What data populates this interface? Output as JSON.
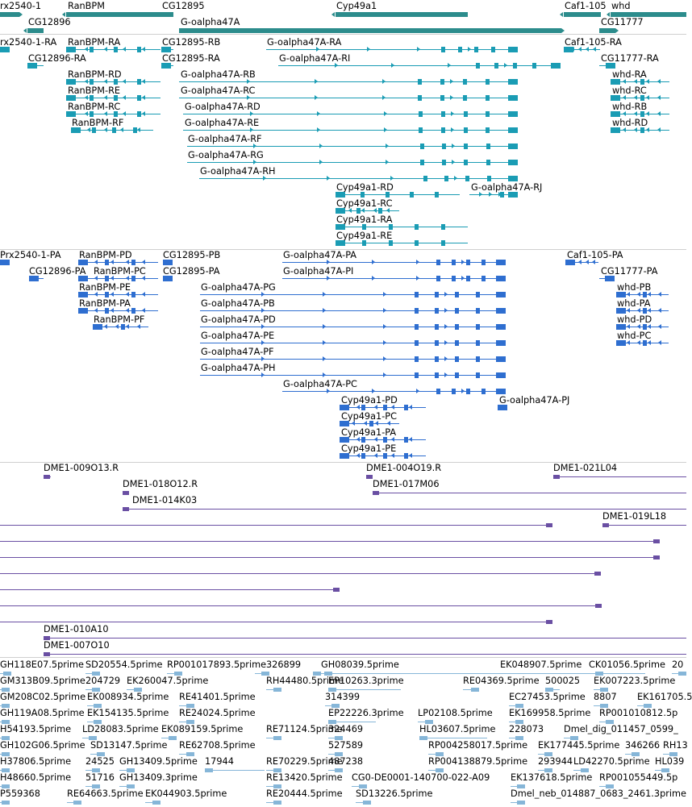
{
  "app": {
    "view": "genome browser feature tracks"
  },
  "colors": {
    "gene": "#2c8c8c",
    "transcript_primary": "#1a9cb4",
    "transcript_alt": "#2e6ed0",
    "clone": "#6a4fa3",
    "est": "#86b6d8"
  },
  "tracks": [
    {
      "name": "gene",
      "color": "#2c8c8c",
      "features": [
        {
          "label": "rx2540-1",
          "strand": "+",
          "from": -20,
          "to": 24,
          "thick": 4
        },
        {
          "label": "CG12896",
          "strand": "-",
          "from": 34,
          "to": 54,
          "thick": 6
        },
        {
          "label": "RanBPM",
          "strand": "-",
          "from": 82,
          "to": 200,
          "thick": 6
        },
        {
          "label": "CG12895",
          "strand": "-",
          "from": 200,
          "to": 215,
          "thick": 6
        },
        {
          "label": "G-oalpha47A",
          "strand": "+",
          "from": 222,
          "to": 696,
          "thick": 6
        },
        {
          "label": "Cyp49a1",
          "strand": "-",
          "from": 416,
          "to": 580,
          "thick": 6
        },
        {
          "label": "Caf1-105",
          "strand": "-",
          "from": 699,
          "to": 745,
          "thick": 6
        },
        {
          "label": "whd",
          "strand": "-",
          "from": 757,
          "to": 851,
          "thick": 6
        },
        {
          "label": "CG11777",
          "strand": "+",
          "from": 743,
          "to": 763,
          "thick": 6
        }
      ]
    },
    {
      "name": "transcript-primary",
      "color": "#1a9cb4",
      "features": [
        {
          "label": "rx2540-1-RA",
          "strand": "+",
          "from": -20,
          "to": 12
        },
        {
          "label": "CG12896-RA",
          "strand": "-",
          "from": 34,
          "to": 54
        },
        {
          "label": "RanBPM-RA",
          "strand": "-",
          "from": 82,
          "to": 199
        },
        {
          "label": "CG12895-RB",
          "strand": "-",
          "from": 200,
          "to": 215
        },
        {
          "label": "G-oalpha47A-RA",
          "strand": "+",
          "from": 330,
          "to": 642
        },
        {
          "label": "Caf1-105-RA",
          "strand": "-",
          "from": 699,
          "to": 744
        },
        {
          "label": "CG12895-RA",
          "strand": "-",
          "from": 200,
          "to": 215
        },
        {
          "label": "G-oalpha47A-RI",
          "strand": "+",
          "from": 345,
          "to": 695
        },
        {
          "label": "CG11777-RA",
          "strand": "+",
          "from": 743,
          "to": 763
        },
        {
          "label": "RanBPM-RD",
          "strand": "-",
          "from": 82,
          "to": 199
        },
        {
          "label": "G-oalpha47A-RB",
          "strand": "+",
          "from": 222,
          "to": 642
        },
        {
          "label": "whd-RA",
          "strand": "-",
          "from": 757,
          "to": 830
        },
        {
          "label": "RanBPM-RE",
          "strand": "-",
          "from": 82,
          "to": 199
        },
        {
          "label": "G-oalpha47A-RC",
          "strand": "+",
          "from": 222,
          "to": 642
        },
        {
          "label": "whd-RC",
          "strand": "-",
          "from": 757,
          "to": 830
        },
        {
          "label": "RanBPM-RC",
          "strand": "-",
          "from": 82,
          "to": 199
        },
        {
          "label": "G-oalpha47A-RD",
          "strand": "+",
          "from": 227,
          "to": 642
        },
        {
          "label": "whd-RB",
          "strand": "-",
          "from": 757,
          "to": 830
        },
        {
          "label": "RanBPM-RF",
          "strand": "-",
          "from": 88,
          "to": 190
        },
        {
          "label": "G-oalpha47A-RE",
          "strand": "+",
          "from": 227,
          "to": 642
        },
        {
          "label": "whd-RD",
          "strand": "-",
          "from": 757,
          "to": 830
        },
        {
          "label": "G-oalpha47A-RF",
          "strand": "+",
          "from": 232,
          "to": 642
        },
        {
          "label": "G-oalpha47A-RG",
          "strand": "+",
          "from": 232,
          "to": 642
        },
        {
          "label": "G-oalpha47A-RH",
          "strand": "+",
          "from": 247,
          "to": 642
        },
        {
          "label": "Cyp49a1-RD",
          "strand": "-",
          "from": 416,
          "to": 570
        },
        {
          "label": "G-oalpha47A-RJ",
          "strand": "+",
          "from": 582,
          "to": 642
        },
        {
          "label": "Cyp49a1-RC",
          "strand": "-",
          "from": 416,
          "to": 495
        },
        {
          "label": "Cyp49a1-RA",
          "strand": "-",
          "from": 416,
          "to": 580
        },
        {
          "label": "Cyp49a1-RE",
          "strand": "-",
          "from": 416,
          "to": 580
        }
      ]
    },
    {
      "name": "transcript-alt",
      "color": "#2e6ed0",
      "features": [
        {
          "label": "Prx2540-1-PA",
          "strand": "+",
          "from": -20,
          "to": 12
        },
        {
          "label": "RanBPM-PD",
          "strand": "-",
          "from": 97,
          "to": 196
        },
        {
          "label": "CG12895-PB",
          "strand": "-",
          "from": 202,
          "to": 212
        },
        {
          "label": "G-oalpha47A-PA",
          "strand": "+",
          "from": 350,
          "to": 627
        },
        {
          "label": "Caf1-105-PA",
          "strand": "-",
          "from": 701,
          "to": 742
        },
        {
          "label": "CG12896-PA",
          "strand": "-",
          "from": 36,
          "to": 54
        },
        {
          "label": "RanBPM-PC",
          "strand": "-",
          "from": 97,
          "to": 196
        },
        {
          "label": "CG12895-PA",
          "strand": "-",
          "from": 202,
          "to": 212
        },
        {
          "label": "G-oalpha47A-PI",
          "strand": "+",
          "from": 350,
          "to": 627
        },
        {
          "label": "CG11777-PA",
          "strand": "+",
          "from": 743,
          "to": 762
        },
        {
          "label": "RanBPM-PE",
          "strand": "-",
          "from": 97,
          "to": 196
        },
        {
          "label": "G-oalpha47A-PG",
          "strand": "+",
          "from": 248,
          "to": 627
        },
        {
          "label": "whd-PB",
          "strand": "-",
          "from": 764,
          "to": 829
        },
        {
          "label": "RanBPM-PA",
          "strand": "-",
          "from": 97,
          "to": 196
        },
        {
          "label": "G-oalpha47A-PB",
          "strand": "+",
          "from": 248,
          "to": 627
        },
        {
          "label": "whd-PA",
          "strand": "-",
          "from": 764,
          "to": 829
        },
        {
          "label": "RanBPM-PF",
          "strand": "-",
          "from": 115,
          "to": 184
        },
        {
          "label": "G-oalpha47A-PD",
          "strand": "+",
          "from": 248,
          "to": 627
        },
        {
          "label": "whd-PD",
          "strand": "-",
          "from": 764,
          "to": 829
        },
        {
          "label": "G-oalpha47A-PE",
          "strand": "+",
          "from": 248,
          "to": 627
        },
        {
          "label": "whd-PC",
          "strand": "-",
          "from": 764,
          "to": 829
        },
        {
          "label": "G-oalpha47A-PF",
          "strand": "+",
          "from": 248,
          "to": 627
        },
        {
          "label": "G-oalpha47A-PH",
          "strand": "+",
          "from": 248,
          "to": 627
        },
        {
          "label": "G-oalpha47A-PC",
          "strand": "+",
          "from": 350,
          "to": 627
        },
        {
          "label": "Cyp49a1-PD",
          "strand": "-",
          "from": 421,
          "to": 528
        },
        {
          "label": "G-oalpha47A-PJ",
          "strand": "+",
          "from": 617,
          "to": 627
        },
        {
          "label": "Cyp49a1-PC",
          "strand": "-",
          "from": 421,
          "to": 495
        },
        {
          "label": "Cyp49a1-PA",
          "strand": "-",
          "from": 421,
          "to": 528
        },
        {
          "label": "Cyp49a1-PE",
          "strand": "-",
          "from": 421,
          "to": 528
        }
      ]
    },
    {
      "name": "clone",
      "color": "#6a4fa3",
      "features": [
        {
          "label": "DME1-009O13.R",
          "strand": "-",
          "from": 54,
          "to": 63
        },
        {
          "label": "DME1-004O19.R",
          "strand": "-",
          "from": 454,
          "to": 462
        },
        {
          "label": "DME1-021L04",
          "strand": "-",
          "from": 686,
          "to": 851
        },
        {
          "label": "DME1-018O12.R",
          "strand": "-",
          "from": 152,
          "to": 160
        },
        {
          "label": "DME1-017M06",
          "strand": "-",
          "from": 462,
          "to": 851
        },
        {
          "label": "DME1-014K03",
          "strand": "-",
          "from": 152,
          "to": 851
        },
        {
          "label": "",
          "strand": "+",
          "from": 0,
          "to": 685
        },
        {
          "label": "DME1-019L18",
          "strand": "-",
          "from": 747,
          "to": 851
        },
        {
          "label": "",
          "strand": "+",
          "from": 0,
          "to": 818
        },
        {
          "label": "",
          "strand": "+",
          "from": 0,
          "to": 818
        },
        {
          "label": "",
          "strand": "+",
          "from": 0,
          "to": 745
        },
        {
          "label": "",
          "strand": "+",
          "from": 0,
          "to": 421
        },
        {
          "label": "",
          "strand": "+",
          "from": 0,
          "to": 746
        },
        {
          "label": "",
          "strand": "+",
          "from": 0,
          "to": 685
        },
        {
          "label": "DME1-010A10",
          "strand": "-",
          "from": 54,
          "to": 851
        },
        {
          "label": "DME1-007O10",
          "strand": "-",
          "from": 54,
          "to": 851
        }
      ]
    },
    {
      "name": "est",
      "color": "#86b6d8",
      "features": [
        {
          "label": "GH118E07.5prime",
          "strand": "+",
          "from": 0,
          "to": 14
        },
        {
          "label": "SD20554.5prime",
          "strand": "+",
          "from": 106,
          "to": 124
        },
        {
          "label": "RP001017893.5prime",
          "strand": "+",
          "from": 207,
          "to": 226
        },
        {
          "label": "326899",
          "strand": "+",
          "from": 316,
          "to": 334
        },
        {
          "label": "GH08039.5prime",
          "strand": "+",
          "from": 397,
          "to": 412
        },
        {
          "label": "EK048907.5prime",
          "strand": "-",
          "from": 388,
          "to": 800
        },
        {
          "label": "CK01056.5prime",
          "strand": "+",
          "from": 730,
          "to": 748
        },
        {
          "label": "20",
          "strand": "+",
          "from": 833,
          "to": 851
        },
        {
          "label": "GM313B09.5prime",
          "strand": "+",
          "from": 0,
          "to": 12
        },
        {
          "label": "204729",
          "strand": "+",
          "from": 106,
          "to": 124
        },
        {
          "label": "EK260047.5prime",
          "strand": "+",
          "from": 157,
          "to": 176
        },
        {
          "label": "RH44480.5prime",
          "strand": "+",
          "from": 330,
          "to": 349
        },
        {
          "label": "EP10263.3prime",
          "strand": "-",
          "from": 407,
          "to": 497
        },
        {
          "label": "RE04369.5prime",
          "strand": "+",
          "from": 574,
          "to": 594
        },
        {
          "label": "500025",
          "strand": "-",
          "from": 676,
          "to": 694
        },
        {
          "label": "EK007223.5prime",
          "strand": "+",
          "from": 736,
          "to": 754
        },
        {
          "label": "GM208C02.5prime",
          "strand": "+",
          "from": 0,
          "to": 12
        },
        {
          "label": "EK008934.5prime",
          "strand": "+",
          "from": 108,
          "to": 126
        },
        {
          "label": "RE41401.5prime",
          "strand": "+",
          "from": 222,
          "to": 241
        },
        {
          "label": "314399",
          "strand": "+",
          "from": 403,
          "to": 421
        },
        {
          "label": "EC27453.5prime",
          "strand": "+",
          "from": 631,
          "to": 649
        },
        {
          "label": "8807",
          "strand": "+",
          "from": 736,
          "to": 754
        },
        {
          "label": "EK161705.5",
          "strand": "+",
          "from": 790,
          "to": 808
        },
        {
          "label": "GH119A08.5prime",
          "strand": "+",
          "from": 0,
          "to": 12
        },
        {
          "label": "EK154135.5prime",
          "strand": "+",
          "from": 108,
          "to": 126
        },
        {
          "label": "RE24024.5prime",
          "strand": "+",
          "from": 222,
          "to": 241
        },
        {
          "label": "EP22226.3prime",
          "strand": "-",
          "from": 407,
          "to": 466
        },
        {
          "label": "LP02108.5prime",
          "strand": "+",
          "from": 518,
          "to": 537
        },
        {
          "label": "EK169958.5prime",
          "strand": "+",
          "from": 631,
          "to": 649
        },
        {
          "label": "RP001010812.5p",
          "strand": "+",
          "from": 743,
          "to": 761
        },
        {
          "label": "H54193.5prime",
          "strand": "+",
          "from": 0,
          "to": 12
        },
        {
          "label": "LD28083.5prime",
          "strand": "+",
          "from": 102,
          "to": 120
        },
        {
          "label": "EK089159.5prime",
          "strand": "+",
          "from": 200,
          "to": 219
        },
        {
          "label": "RE71124.5prime",
          "strand": "+",
          "from": 330,
          "to": 349
        },
        {
          "label": "324469",
          "strand": "+",
          "from": 407,
          "to": 425
        },
        {
          "label": "HL03607.5prime",
          "strand": "-",
          "from": 520,
          "to": 604
        },
        {
          "label": "228073",
          "strand": "+",
          "from": 631,
          "to": 649
        },
        {
          "label": "Dmel_dig_011457_0599_",
          "strand": "+",
          "from": 699,
          "to": 717
        },
        {
          "label": "GH102G06.5prime",
          "strand": "+",
          "from": 0,
          "to": 12
        },
        {
          "label": "SD13147.5prime",
          "strand": "+",
          "from": 112,
          "to": 130
        },
        {
          "label": "RE62708.5prime",
          "strand": "+",
          "from": 222,
          "to": 241
        },
        {
          "label": "527589",
          "strand": "+",
          "from": 407,
          "to": 425
        },
        {
          "label": "RP004258017.5prime",
          "strand": "+",
          "from": 531,
          "to": 550
        },
        {
          "label": "EK177445.5prime",
          "strand": "+",
          "from": 667,
          "to": 685
        },
        {
          "label": "346266",
          "strand": "+",
          "from": 775,
          "to": 793
        },
        {
          "label": "RH13",
          "strand": "+",
          "from": 822,
          "to": 840
        },
        {
          "label": "H37806.5prime",
          "strand": "+",
          "from": 0,
          "to": 12
        },
        {
          "label": "24525",
          "strand": "+",
          "from": 106,
          "to": 124
        },
        {
          "label": "GH13409.5prime",
          "strand": "+",
          "from": 148,
          "to": 167
        },
        {
          "label": "17944",
          "strand": "-",
          "from": 254,
          "to": 328
        },
        {
          "label": "RE70229.5prime",
          "strand": "+",
          "from": 330,
          "to": 349
        },
        {
          "label": "487238",
          "strand": "+",
          "from": 407,
          "to": 425
        },
        {
          "label": "RP004138879.5prime",
          "strand": "+",
          "from": 531,
          "to": 550
        },
        {
          "label": "293944",
          "strand": "+",
          "from": 667,
          "to": 685
        },
        {
          "label": "LD42270.5prime",
          "strand": "+",
          "from": 711,
          "to": 730
        },
        {
          "label": "HL039",
          "strand": "+",
          "from": 812,
          "to": 830
        },
        {
          "label": "H48660.5prime",
          "strand": "+",
          "from": 0,
          "to": 12
        },
        {
          "label": "51716",
          "strand": "+",
          "from": 106,
          "to": 124
        },
        {
          "label": "GH13409.3prime",
          "strand": "+",
          "from": 148,
          "to": 167
        },
        {
          "label": "RE13420.5prime",
          "strand": "+",
          "from": 330,
          "to": 349
        },
        {
          "label": "CG0-DE0001-140700-022-A09",
          "strand": "+",
          "from": 436,
          "to": 455
        },
        {
          "label": "EK137618.5prime",
          "strand": "+",
          "from": 633,
          "to": 651
        },
        {
          "label": "RP001055449.5p",
          "strand": "+",
          "from": 743,
          "to": 761
        },
        {
          "label": "P559368",
          "strand": "+",
          "from": 0,
          "to": 12
        },
        {
          "label": "RE64663.5prime",
          "strand": "+",
          "from": 83,
          "to": 101
        },
        {
          "label": "EK044903.5prime",
          "strand": "+",
          "from": 180,
          "to": 199
        },
        {
          "label": "RE20444.5prime",
          "strand": "+",
          "from": 330,
          "to": 349
        },
        {
          "label": "SD13226.5prime",
          "strand": "+",
          "from": 441,
          "to": 460
        },
        {
          "label": "Dmel_neb_014887_0683_2461.3prime",
          "strand": "+",
          "from": 633,
          "to": 651
        }
      ]
    }
  ]
}
